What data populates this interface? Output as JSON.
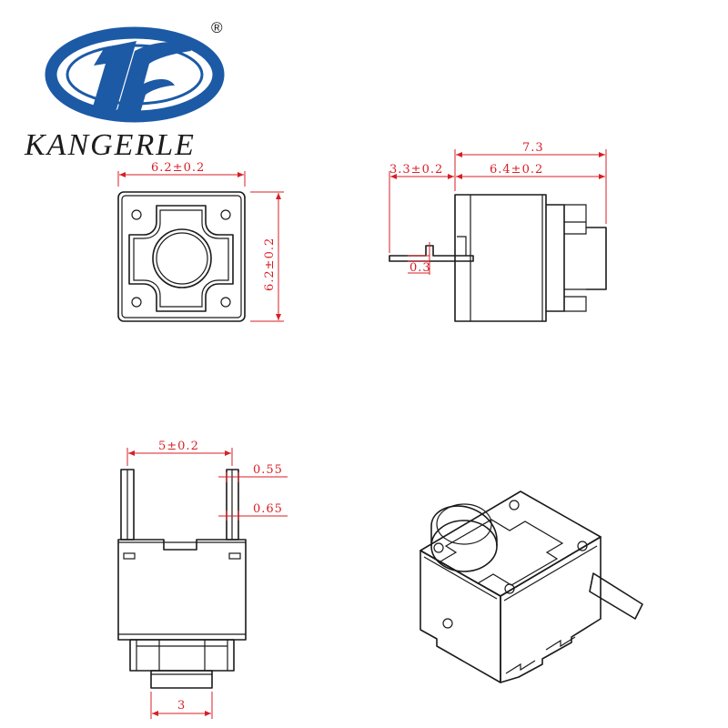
{
  "brand": {
    "logo_letters": "K",
    "name": "KANGERLE",
    "registered_mark": "®",
    "color": "#1c5aa6"
  },
  "top_view": {
    "width_label": "6.2±0.2",
    "height_label": "6.2±0.2"
  },
  "side_view": {
    "overall_label": "7.3",
    "pin_extend_label": "3.3±0.2",
    "body_label": "6.4±0.2",
    "pin_thickness_label": "0.3"
  },
  "front_view": {
    "pin_spacing_label": "5±0.2",
    "pin_width_label": "0.55",
    "pin_step_label": "0.65",
    "actuator_width_label": "3"
  },
  "dimension_color": "#d81f26",
  "line_color": "#1a1a1a"
}
